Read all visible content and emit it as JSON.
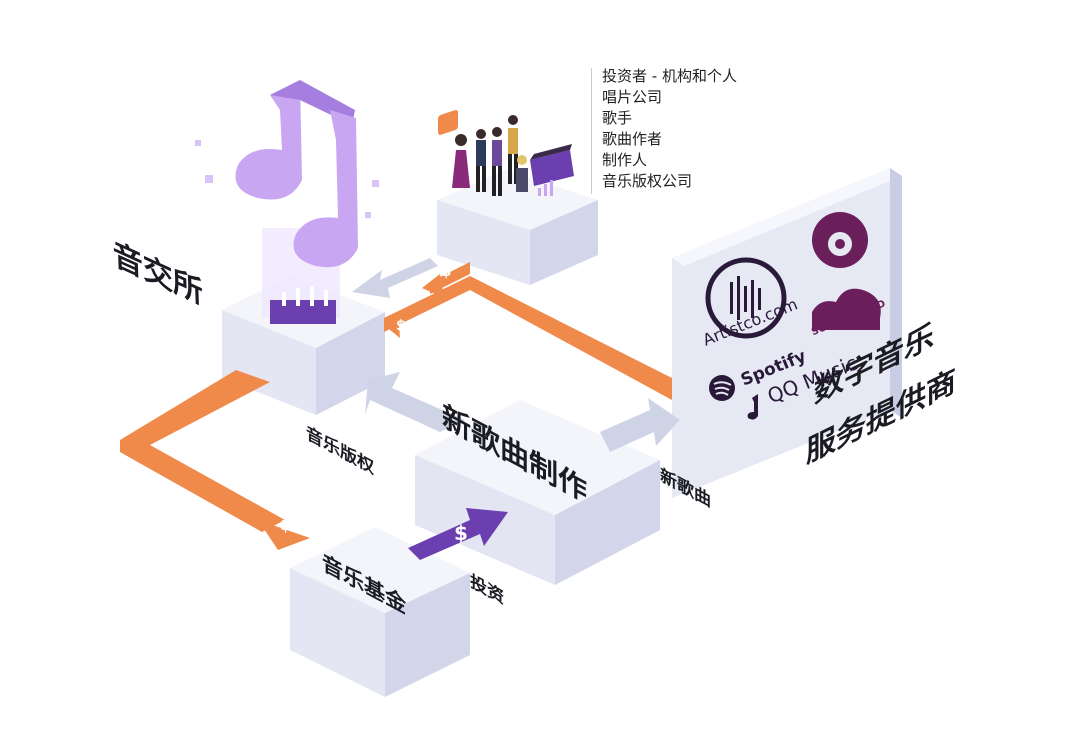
{
  "exchange_label": "音交所",
  "participants": [
    "投资者 - 机构和个人",
    "唱片公司",
    "歌手",
    "歌曲作者",
    "制作人",
    "音乐版权公司"
  ],
  "copyright_label": "音乐版权",
  "production_label": "新歌曲制作",
  "new_song_label": "新歌曲",
  "fund_label": "音乐基金",
  "invest_label": "投资",
  "dsp_label_line1": "数字音乐",
  "dsp_label_line2": "服务提供商",
  "dollar_symbol": "$",
  "logos": {
    "artistco": "Artistco.com",
    "soundcloud": "SOUNDCLOUD",
    "spotify": "Spotify",
    "qqmusic": "QQ Music"
  },
  "colors": {
    "orange": "#f08a4b",
    "purple": "#6b3fb0",
    "light_purple": "#c9a6f2",
    "box_top": "#f4f5fb",
    "box_side": "#dcdff0",
    "box_front": "#e9ebf6",
    "gray_arrow": "#cfd3e6"
  }
}
